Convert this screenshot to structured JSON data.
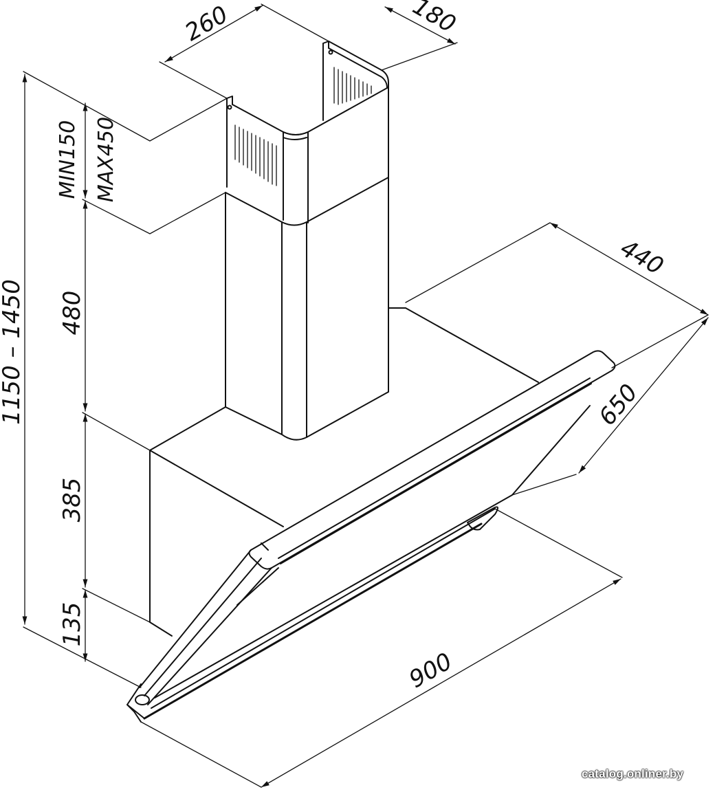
{
  "dimensions": {
    "total_height": "1150 – 1450",
    "min": "MIN150",
    "max": "MAX450",
    "chimney_height": "480",
    "body_height": "385",
    "glass_height": "135",
    "chimney_width": "260",
    "chimney_depth": "180",
    "depth": "440",
    "glass_depth": "650",
    "width": "900"
  },
  "watermark": "catalog.onliner.by"
}
